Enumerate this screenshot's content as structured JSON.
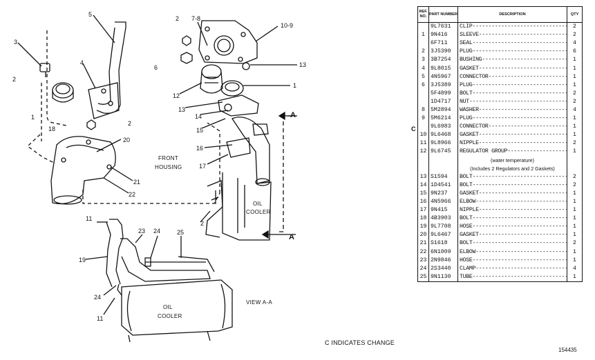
{
  "table": {
    "headers": {
      "ref": "REF. NO.",
      "part": "PART NUMBER",
      "desc": "DESCRIPTION",
      "qty": "QTY"
    },
    "rows": [
      {
        "ref": "",
        "part": "9L7631",
        "desc": "CLIP",
        "qty": "2"
      },
      {
        "ref": "1",
        "part": "9N416",
        "desc": "SLEEVE",
        "qty": "2"
      },
      {
        "ref": "",
        "part": "6F711",
        "desc": "SEAL",
        "qty": "4"
      },
      {
        "ref": "2",
        "part": "3J5390",
        "desc": "PLUG",
        "qty": "6"
      },
      {
        "ref": "3",
        "part": "3B7254",
        "desc": "BUSHING",
        "qty": "1"
      },
      {
        "ref": "4",
        "part": "9L8015",
        "desc": "GASKET",
        "qty": "1"
      },
      {
        "ref": "5",
        "part": "4N5967",
        "desc": "CONNECTOR",
        "qty": "1"
      },
      {
        "ref": "6",
        "part": "3J5389",
        "desc": "PLUG",
        "qty": "1"
      },
      {
        "ref": "",
        "part": "5F4899",
        "desc": "BOLT",
        "qty": "2"
      },
      {
        "ref": "",
        "part": "1D4717",
        "desc": "NUT",
        "qty": "2"
      },
      {
        "ref": "8",
        "part": "5M2894",
        "desc": "WASHER",
        "qty": "4"
      },
      {
        "ref": "9",
        "part": "5M6214",
        "desc": "PLUG",
        "qty": "1"
      },
      {
        "ref": "",
        "part": "9L6983",
        "desc": "CONNECTOR",
        "qty": "1"
      },
      {
        "ref": "10",
        "part": "9L6468",
        "desc": "GASKET",
        "qty": "1"
      },
      {
        "ref": "11",
        "part": "9L8966",
        "desc": "NIPPLE",
        "qty": "2"
      },
      {
        "ref": "12",
        "part": "9L6745",
        "desc": "REGULATOR GROUP",
        "qty": "1"
      },
      {
        "ref": "",
        "part": "",
        "desc": "(water temperature)",
        "qty": "",
        "note": true
      },
      {
        "ref": "",
        "part": "",
        "desc": "(Includes 2 Regulators and 2 Gaskets)",
        "qty": "",
        "note": true
      },
      {
        "ref": "13",
        "part": "S1594",
        "desc": "BOLT",
        "qty": "2"
      },
      {
        "ref": "14",
        "part": "1D4541",
        "desc": "BOLT",
        "qty": "2"
      },
      {
        "ref": "15",
        "part": "9N237",
        "desc": "GASKET",
        "qty": "1"
      },
      {
        "ref": "16",
        "part": "4N5966",
        "desc": "ELBOW",
        "qty": "1"
      },
      {
        "ref": "17",
        "part": "9N415",
        "desc": "NIPPLE",
        "qty": "1"
      },
      {
        "ref": "18",
        "part": "4B3903",
        "desc": "BOLT",
        "qty": "1"
      },
      {
        "ref": "19",
        "part": "9L7708",
        "desc": "HOSE",
        "qty": "1"
      },
      {
        "ref": "20",
        "part": "9L6467",
        "desc": "GASKET",
        "qty": "1"
      },
      {
        "ref": "21",
        "part": "S1618",
        "desc": "BOLT",
        "qty": "2"
      },
      {
        "ref": "22",
        "part": "6N1009",
        "desc": "ELBOW",
        "qty": "1"
      },
      {
        "ref": "23",
        "part": "2N9846",
        "desc": "HOSE",
        "qty": "1"
      },
      {
        "ref": "24",
        "part": "2S3440",
        "desc": "CLAMP",
        "qty": "4"
      },
      {
        "ref": "25",
        "part": "9N1130",
        "desc": "TUBE",
        "qty": "1"
      }
    ]
  },
  "diagram": {
    "callouts": {
      "c1a": "1",
      "c1b": "1",
      "c2a": "2",
      "c2b": "2",
      "c2c": "2",
      "c2d": "2",
      "c3": "3",
      "c4": "4",
      "c5": "5",
      "c6": "6",
      "c78": "7-8",
      "c109": "10-9",
      "c11a": "11",
      "c11b": "11",
      "c12": "12",
      "c13a": "13",
      "c13b": "13",
      "c14": "14",
      "c15": "15",
      "c16": "16",
      "c17": "17",
      "c18": "18",
      "c19": "19",
      "c20": "20",
      "c21": "21",
      "c22": "22",
      "c23": "23",
      "c24a": "24",
      "c24b": "24",
      "c25": "25"
    },
    "labels": {
      "front": "FRONT",
      "housing": "HOUSING",
      "oil_top": "OIL",
      "cooler_top": "COOLER",
      "oil_bottom": "OIL",
      "cooler_bottom": "COOLER",
      "view": "VIEW A-A",
      "arrow_a_top": "A",
      "arrow_a_bottom": "A"
    }
  },
  "notes": {
    "change_note": "C INDICATES CHANGE",
    "change_marker": "C",
    "figure_number": "154435"
  }
}
